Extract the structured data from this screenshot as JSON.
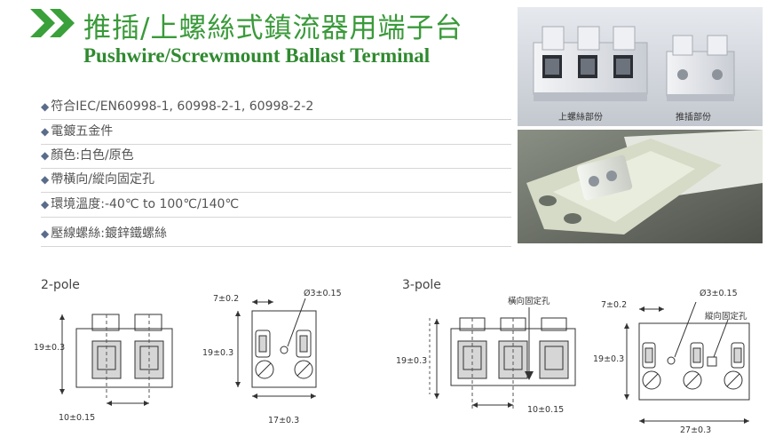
{
  "header": {
    "title_zh": "推插/上螺絲式鎮流器用端子台",
    "title_en": "Pushwire/Screwmount Ballast Terminal"
  },
  "features": [
    "符合IEC/EN60998-1, 60998-2-1, 60998-2-2",
    "電鍍五金件",
    "顏色:白色/原色",
    "帶橫向/縱向固定孔",
    "環境溫度:-40℃ to 100℃/140℃",
    "壓線螺絲:鍍鋅鐵螺絲"
  ],
  "photos": {
    "caption_screw": "上螺絲部份",
    "caption_push": "推插部份"
  },
  "drawings": {
    "two_pole": {
      "label": "2-pole",
      "height": "19±0.3",
      "pitch": "10±0.15",
      "top_width": "7±0.2",
      "hole": "Ø3±0.15",
      "side_height": "19±0.3",
      "total_width": "17±0.3"
    },
    "three_pole": {
      "label": "3-pole",
      "horiz_hole": "橫向固定孔",
      "height": "19±0.3",
      "pitch": "10±0.15",
      "top_width": "7±0.2",
      "hole": "Ø3±0.15",
      "vert_hole": "縱向固定孔",
      "side_height": "19±0.3",
      "total_width": "27±0.3"
    }
  },
  "colors": {
    "title_green": "#3a9a3a",
    "chevron_green": "#3aa03a",
    "bullet": "#5a6c8a"
  }
}
